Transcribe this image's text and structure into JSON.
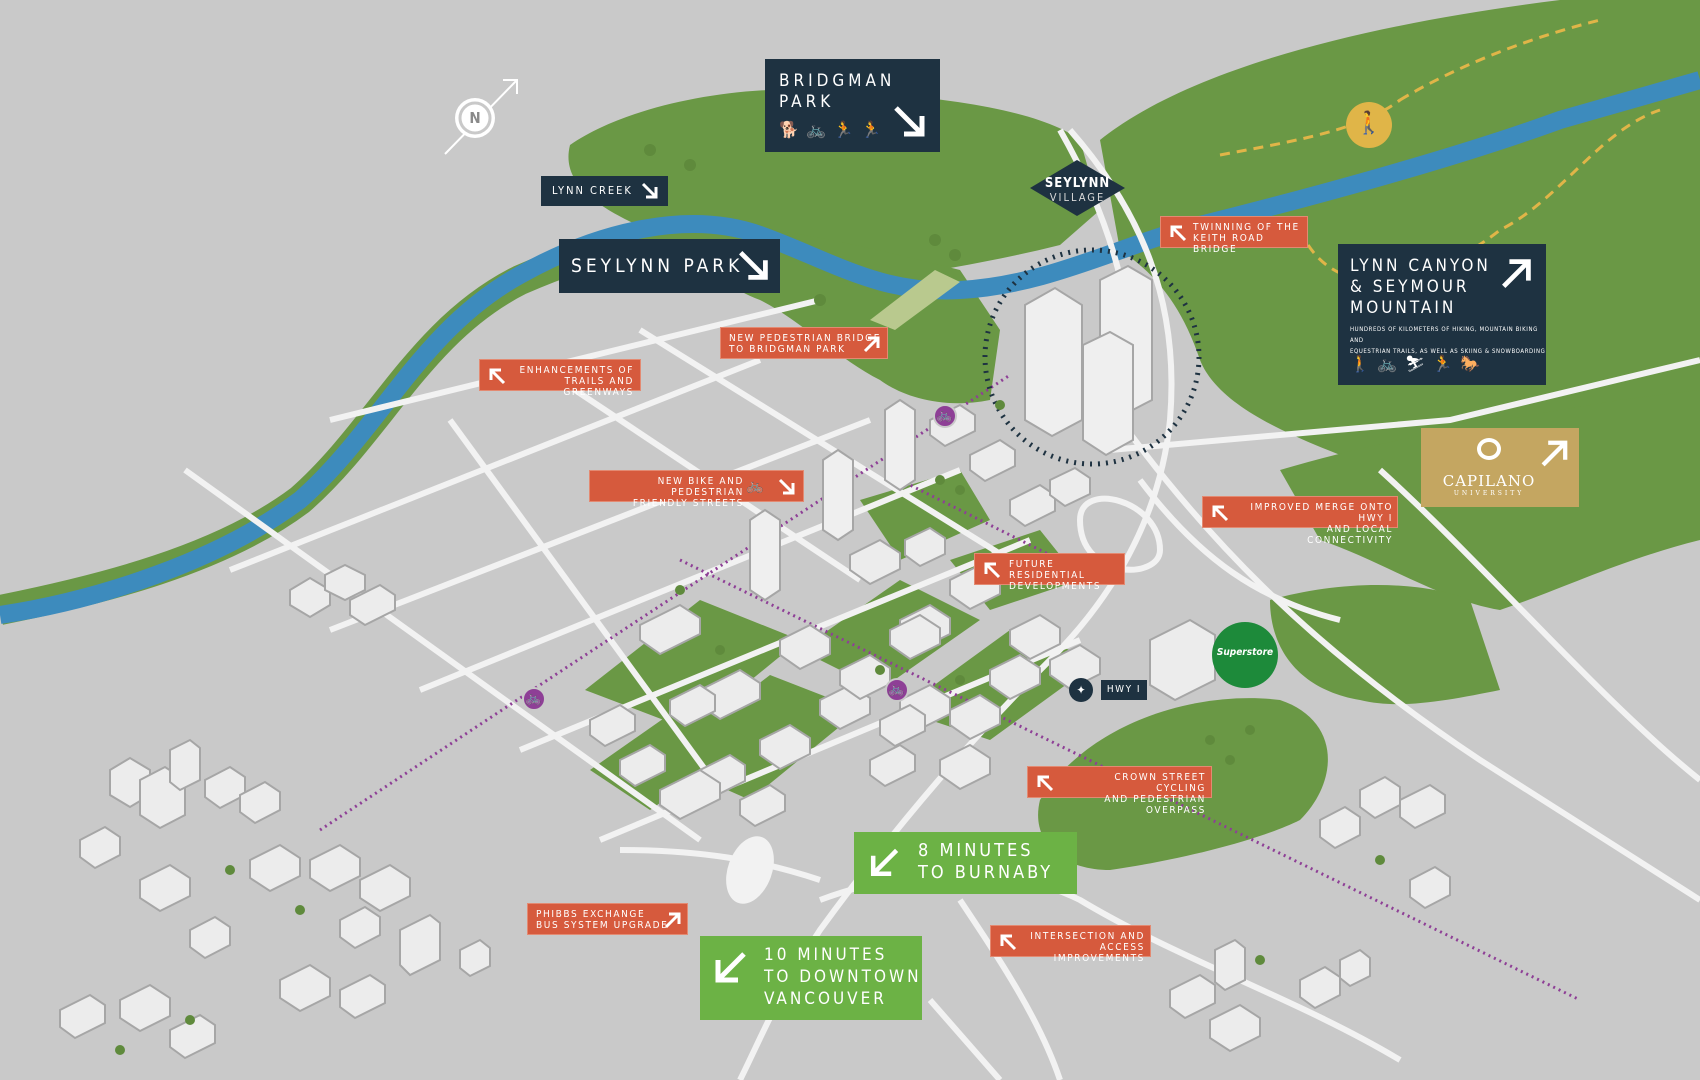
{
  "colors": {
    "background": "#c9c9c9",
    "park_green": "#6a9845",
    "water": "#3d8bbd",
    "road": "#f2f2f2",
    "navy_label": "#1e3241",
    "red_label": "#d65a3d",
    "green_label": "#6cb245",
    "gold_label": "#c4a661",
    "bike_route": "#8e3f96",
    "superstore_green": "#1d8a3a"
  },
  "labels": {
    "bridgman_park": {
      "title": "BRIDGMAN\nPARK",
      "icons": [
        "walk-dog-icon",
        "bike-icon",
        "run-icon",
        "run-icon"
      ]
    },
    "lynn_creek": {
      "title": "LYNN CREEK"
    },
    "seylynn_park": {
      "title": "SEYLYNN PARK"
    },
    "seylynn_village": {
      "line1": "SEYLYNN",
      "line2": "VILLAGE"
    },
    "lynn_canyon": {
      "title": "LYNN CANYON\n& SEYMOUR\nMOUNTAIN",
      "desc": "HUNDREDS OF KILOMETERS OF HIKING, MOUNTAIN BIKING AND\nEQUESTRIAN TRAILS, AS WELL AS SKIING & SNOWBOARDING",
      "icons": [
        "hike-icon",
        "bike-icon",
        "ski-icon",
        "run-icon",
        "horse-icon"
      ]
    },
    "capilano": {
      "name": "CAPILANO",
      "sub": "UNIVERSITY"
    },
    "twinning": {
      "text": "TWINNING OF THE\nKEITH ROAD BRIDGE"
    },
    "ped_bridge": {
      "text": "NEW PEDESTRIAN BRIDGE\nTO BRIDGMAN PARK"
    },
    "trails": {
      "text": "ENHANCEMENTS OF\nTRAILS AND GREENWAYS"
    },
    "bike_streets": {
      "text": "NEW BIKE AND PEDESTRIAN\nFRIENDLY STREETS"
    },
    "future_res": {
      "text": "FUTURE RESIDENTIAL\nDEVELOPMENTS"
    },
    "merge": {
      "text": "IMPROVED MERGE ONTO HWY I\nAND LOCAL CONNECTIVITY"
    },
    "crown": {
      "text": "CROWN STREET CYCLING\nAND PEDESTRIAN OVERPASS"
    },
    "phibbs": {
      "text": "PHIBBS EXCHANGE\nBUS SYSTEM UPGRADE"
    },
    "intersection": {
      "text": "INTERSECTION AND\nACCESS IMPROVEMENTS"
    },
    "burnaby": {
      "text": "8 MINUTES\nTO BURNABY"
    },
    "downtown": {
      "text": "10 MINUTES\nTO DOWNTOWN\nVANCOUVER"
    },
    "hwy": {
      "text": "HWY I"
    },
    "superstore": {
      "text": "Superstore"
    },
    "north": {
      "text": "N"
    }
  }
}
